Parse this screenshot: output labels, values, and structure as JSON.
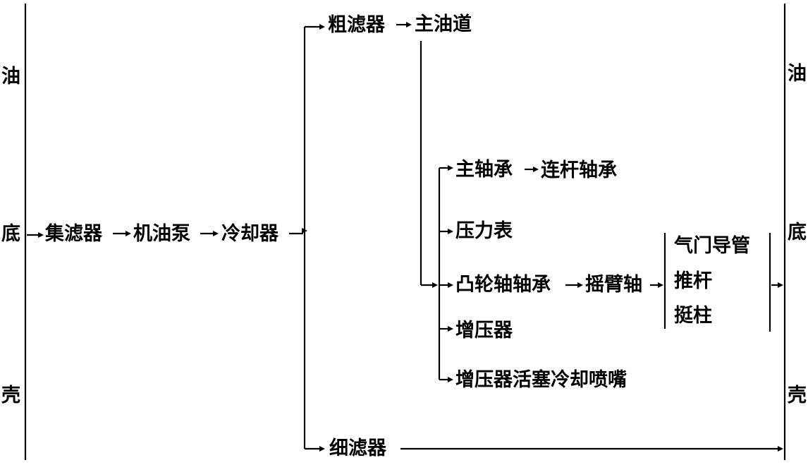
{
  "sump_left": {
    "c1": "油",
    "c2": "底",
    "c3": "壳"
  },
  "sump_right": {
    "c1": "油",
    "c2": "底",
    "c3": "壳"
  },
  "nodes": {
    "collector_filter": "集滤器",
    "oil_pump": "机油泵",
    "cooler": "冷却器",
    "coarse_filter": "粗滤器",
    "main_gallery": "主油道",
    "main_bearing": "主轴承",
    "conrod_bearing": "连杆轴承",
    "pressure_gauge": "压力表",
    "camshaft_bearing": "凸轮轴轴承",
    "rocker_shaft": "摇臂轴",
    "valve_guide": "气门导管",
    "push_rod": "推杆",
    "tappet": "挺柱",
    "turbocharger": "增压器",
    "turbo_piston_nozzle": "增压器活塞冷却喷嘴",
    "fine_filter": "细滤器"
  }
}
